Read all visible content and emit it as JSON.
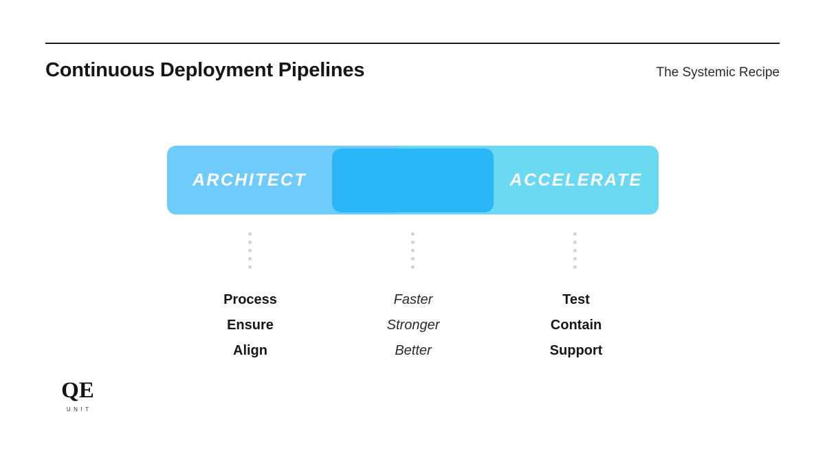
{
  "header": {
    "title": "Continuous Deployment Pipelines",
    "subtitle": "The Systemic Recipe"
  },
  "pipeline": {
    "segments": [
      {
        "label": "ARCHITECT",
        "color": "#6ecbfb"
      },
      {
        "label": "",
        "color": "#2bb6f7"
      },
      {
        "label": "ACCELERATE",
        "color": "#6bd8f2"
      }
    ]
  },
  "columns": [
    {
      "style": "bold",
      "words": [
        "Process",
        "Ensure",
        "Align"
      ]
    },
    {
      "style": "italic",
      "words": [
        "Faster",
        "Stronger",
        "Better"
      ]
    },
    {
      "style": "bold",
      "words": [
        "Test",
        "Contain",
        "Support"
      ]
    }
  ],
  "logo": {
    "mark": "QE",
    "sub": "UNIT"
  }
}
